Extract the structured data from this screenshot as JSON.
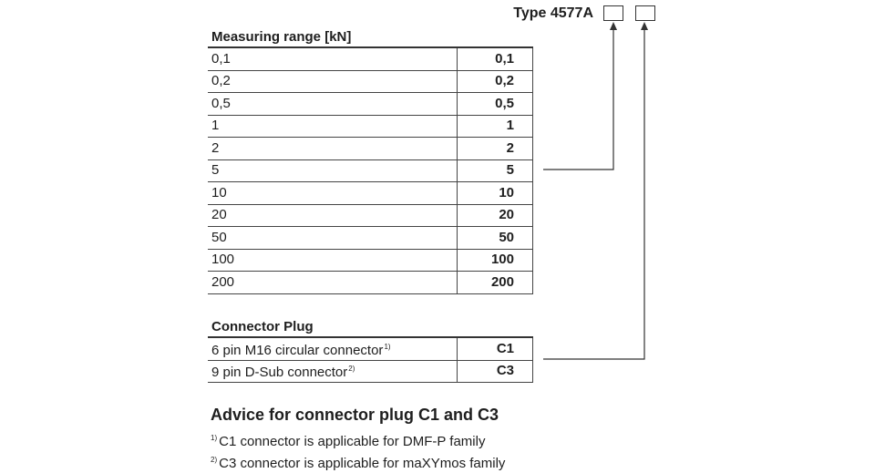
{
  "type_label": "Type 4577A",
  "measuring_range": {
    "title": "Measuring range [kN]",
    "rows": [
      {
        "label": "0,1",
        "code": "0,1"
      },
      {
        "label": "0,2",
        "code": "0,2"
      },
      {
        "label": "0,5",
        "code": "0,5"
      },
      {
        "label": "1",
        "code": "1"
      },
      {
        "label": "2",
        "code": "2"
      },
      {
        "label": "5",
        "code": "5"
      },
      {
        "label": "10",
        "code": "10"
      },
      {
        "label": "20",
        "code": "20"
      },
      {
        "label": "50",
        "code": "50"
      },
      {
        "label": "100",
        "code": "100"
      },
      {
        "label": "200",
        "code": "200"
      }
    ]
  },
  "connector_plug": {
    "title": "Connector Plug",
    "rows": [
      {
        "label": "6 pin M16 circular connector",
        "footnote": "1)",
        "code": "C1"
      },
      {
        "label": "9 pin D-Sub connector",
        "footnote": "2)",
        "code": "C3"
      }
    ]
  },
  "advice": {
    "title": "Advice for connector plug C1 and C3",
    "notes": [
      {
        "marker": "1)",
        "text": "C1 connector is applicable for DMF-P family"
      },
      {
        "marker": "2)",
        "text": "C3 connector is applicable for maXYmos family"
      }
    ]
  }
}
